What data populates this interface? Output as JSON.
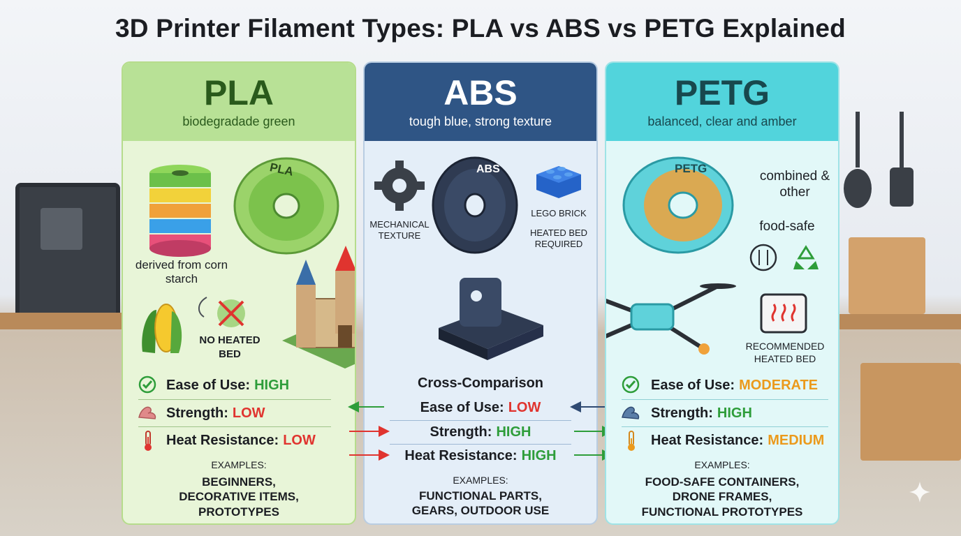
{
  "title": "3D Printer Filament Types: PLA vs ABS vs PETG Explained",
  "pla": {
    "name": "PLA",
    "subtitle": "biodegradade green",
    "spool_label": "PLA",
    "corn_note": "derived from corn starch",
    "bed_note": "NO HEATED BED",
    "metrics": [
      {
        "label": "Ease of Use:",
        "value": "HIGH"
      },
      {
        "label": "Strength:",
        "value": "LOW"
      },
      {
        "label": "Heat Resistance:",
        "value": "LOW"
      }
    ],
    "examples_heading": "EXAMPLES:",
    "examples": "BEGINNERS,\nDECORATIVE ITEMS,\nPROTOTYPES",
    "accent": "#b8e196"
  },
  "abs": {
    "name": "ABS",
    "subtitle": "tough blue, strong texture",
    "spool_label": "ABS",
    "gear_note": "MECHANICAL TEXTURE",
    "lego_note": "LEGO BRICK",
    "bed_note": "HEATED BED REQUIRED",
    "comparison_heading": "Cross-Comparison",
    "metrics": [
      {
        "label": "Ease of Use:",
        "value": "LOW"
      },
      {
        "label": "Strength:",
        "value": "HIGH"
      },
      {
        "label": "Heat Resistance:",
        "value": "HIGH"
      }
    ],
    "examples_heading": "EXAMPLES:",
    "examples": "FUNCTIONAL PARTS,\nGEARS, OUTDOOR USE",
    "accent": "#2f5585"
  },
  "petg": {
    "name": "PETG",
    "subtitle": "balanced, clear and amber",
    "spool_label": "PETG",
    "combined_note": "combined & other",
    "food_note": "food-safe",
    "bed_note": "RECOMMENDED HEATED BED",
    "metrics": [
      {
        "label": "Ease of Use:",
        "value": "MODERATE"
      },
      {
        "label": "Strength:",
        "value": "HIGH"
      },
      {
        "label": "Heat Resistance:",
        "value": "MEDIUM"
      }
    ],
    "examples_heading": "EXAMPLES:",
    "examples": "FOOD-SAFE CONTAINERS,\nDRONE FRAMES,\nFUNCTIONAL PROTOTYPES",
    "accent": "#52d4dc"
  },
  "colors": {
    "high": "#2e9d3a",
    "low": "#e0342f",
    "moderate": "#eb9a1c"
  },
  "icons": [
    "check-circle-icon",
    "muscle-arm-icon",
    "thermometer-icon",
    "corn-icon",
    "no-heat-icon",
    "castle-icon",
    "gear-icon",
    "lego-brick-icon",
    "bracket-part-icon",
    "drone-icon",
    "food-safe-icon",
    "recycle-icon",
    "heated-bed-icon",
    "sparkle-icon"
  ]
}
